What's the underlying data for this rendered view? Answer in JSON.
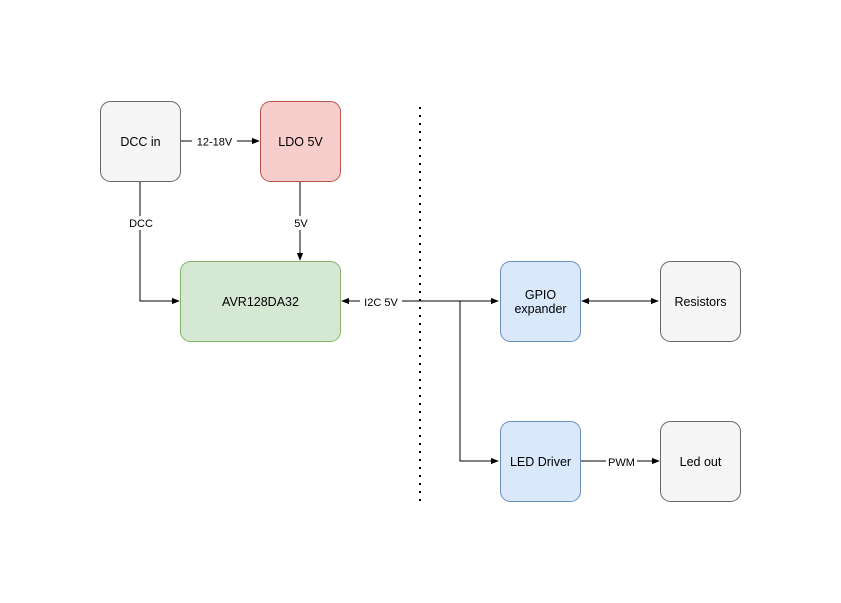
{
  "colors": {
    "gray_fill": "#f5f5f5",
    "gray_stroke": "#666666",
    "red_fill": "#f8cecc",
    "red_stroke": "#b85450",
    "green_fill": "#d5e8d4",
    "green_stroke": "#82b366",
    "blue_fill": "#dae8fc",
    "blue_stroke": "#6c8ebf",
    "edge": "#000000"
  },
  "nodes": {
    "dcc_in": {
      "label": "DCC in"
    },
    "ldo": {
      "label": "LDO 5V"
    },
    "mcu": {
      "label": "AVR128DA32"
    },
    "gpio": {
      "label_line1": "GPIO",
      "label_line2": "expander"
    },
    "resistors": {
      "label": "Resistors"
    },
    "led_driver": {
      "label": "LED Driver"
    },
    "led_out": {
      "label": "Led out"
    }
  },
  "edges": {
    "dcc_to_ldo": "12-18V",
    "dcc_to_mcu": "DCC",
    "ldo_to_mcu": "5V",
    "i2c_bus": "I2C 5V",
    "driver_to_led": "PWM"
  }
}
